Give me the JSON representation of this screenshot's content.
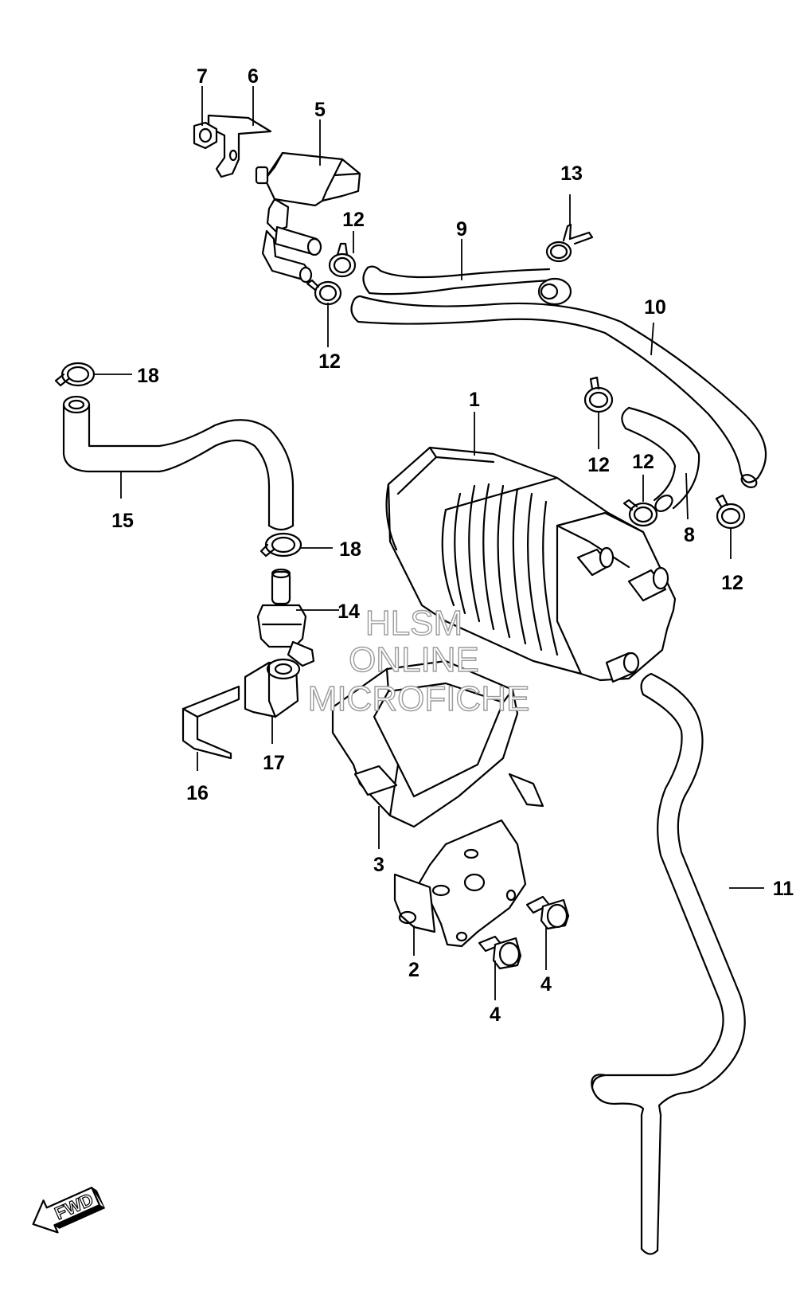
{
  "callouts": [
    {
      "id": "c1",
      "text": "1"
    },
    {
      "id": "c2",
      "text": "2"
    },
    {
      "id": "c3",
      "text": "3"
    },
    {
      "id": "c4a",
      "text": "4"
    },
    {
      "id": "c4b",
      "text": "4"
    },
    {
      "id": "c5",
      "text": "5"
    },
    {
      "id": "c6",
      "text": "6"
    },
    {
      "id": "c7",
      "text": "7"
    },
    {
      "id": "c8",
      "text": "8"
    },
    {
      "id": "c9",
      "text": "9"
    },
    {
      "id": "c10",
      "text": "10"
    },
    {
      "id": "c11",
      "text": "11"
    },
    {
      "id": "c12a",
      "text": "12"
    },
    {
      "id": "c12b",
      "text": "12"
    },
    {
      "id": "c12c",
      "text": "12"
    },
    {
      "id": "c12d",
      "text": "12"
    },
    {
      "id": "c12e",
      "text": "12"
    },
    {
      "id": "c13",
      "text": "13"
    },
    {
      "id": "c14",
      "text": "14"
    },
    {
      "id": "c15",
      "text": "15"
    },
    {
      "id": "c16",
      "text": "16"
    },
    {
      "id": "c17",
      "text": "17"
    },
    {
      "id": "c18a",
      "text": "18"
    },
    {
      "id": "c18b",
      "text": "18"
    }
  ],
  "watermark": {
    "line1": "HLSM",
    "line2": "ONLINE",
    "line3": "MICROFICHE"
  },
  "fwd_label": "FWD"
}
